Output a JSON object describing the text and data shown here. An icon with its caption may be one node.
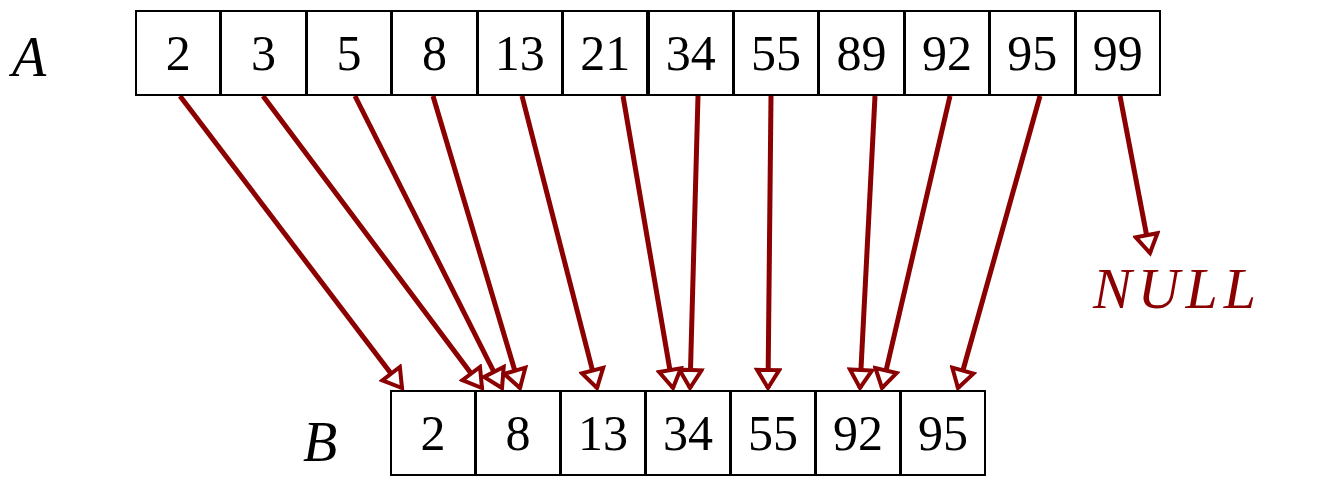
{
  "diagram": {
    "nodes": [
      {
        "text": [
          "2"
        ]
      },
      {
        "text": [
          "3"
        ]
      },
      {
        "text": [
          "5"
        ]
      },
      {
        "text": [
          "8"
        ]
      },
      {
        "text": [
          "13"
        ]
      },
      {
        "text": [
          "21"
        ]
      },
      {
        "text": [
          "34"
        ]
      },
      {
        "text": [
          "55"
        ]
      },
      {
        "text": [
          "89"
        ]
      },
      {
        "text": [
          "92"
        ]
      },
      {
        "text": [
          "95"
        ]
      },
      {
        "text": [
          "99"
        ]
      },
      {
        "text": [
          "2"
        ]
      },
      {
        "text": [
          "8"
        ]
      },
      {
        "text": [
          "13"
        ]
      },
      {
        "text": [
          "34"
        ]
      },
      {
        "text": [
          "55"
        ]
      },
      {
        "text": [
          "92"
        ]
      },
      {
        "text": [
          "95"
        ]
      },
      {
        "text": [
          "NULL"
        ]
      }
    ],
    "edges": [
      {
        "from": 0,
        "to": 12,
        "arrow": "to"
      },
      {
        "from": 1,
        "to": 13,
        "arrow": "to"
      },
      {
        "from": 2,
        "to": 13,
        "arrow": "to"
      },
      {
        "from": 3,
        "to": 13,
        "arrow": "to"
      },
      {
        "from": 4,
        "to": 14,
        "arrow": "to"
      },
      {
        "from": 5,
        "to": 15,
        "arrow": "to"
      },
      {
        "from": 6,
        "to": 15,
        "arrow": "to"
      },
      {
        "from": 7,
        "to": 16,
        "arrow": "to"
      },
      {
        "from": 8,
        "to": 17,
        "arrow": "to"
      },
      {
        "from": 9,
        "to": 17,
        "arrow": "to"
      },
      {
        "from": 10,
        "to": 18,
        "arrow": "to"
      },
      {
        "from": 11,
        "to": 19,
        "arrow": "to"
      }
    ],
    "labels": [
      "A",
      "B"
    ]
  }
}
